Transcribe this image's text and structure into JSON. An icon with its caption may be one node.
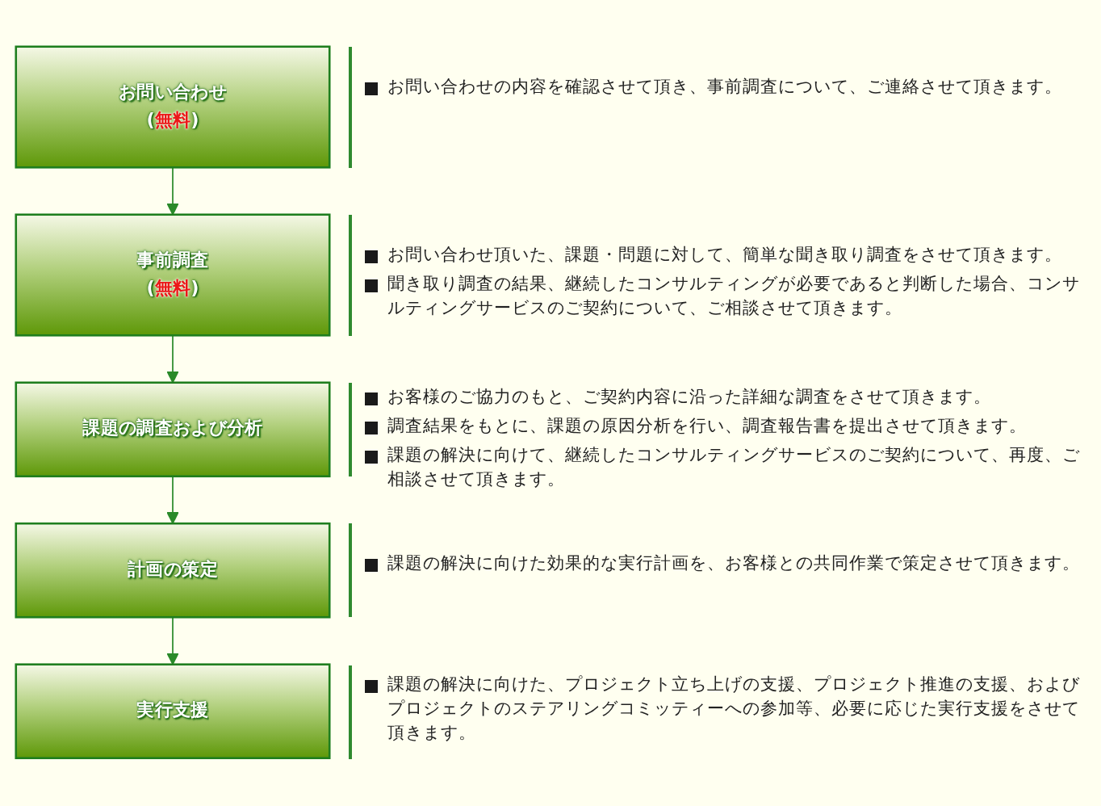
{
  "diagram": {
    "nodes": [
      {
        "text": [
          "お問い合わせ",
          "(無料)"
        ],
        "beside": [
          "お問い合わせの内容を確認させて頂き、事前調査について、ご連絡させて頂きます。"
        ]
      },
      {
        "text": [
          "事前調査",
          "(無料)"
        ],
        "beside": [
          "お問い合わせ頂いた、課題・問題に対して、簡単な聞き取り調査をさせて頂きます。",
          "聞き取り調査の結果、継続したコンサルティングが必要であると判断した場合、コンサルティングサービスのご契約について、ご相談させて頂きます。"
        ]
      },
      {
        "text": [
          "課題の調査および分析"
        ],
        "beside": [
          "お客様のご協力のもと、ご契約内容に沿った詳細な調査をさせて頂きます。",
          "調査結果をもとに、課題の原因分析を行い、調査報告書を提出させて頂きます。",
          "課題の解決に向けて、継続したコンサルティングサービスのご契約について、再度、ご相談させて頂きます。"
        ]
      },
      {
        "text": [
          "計画の策定"
        ],
        "beside": [
          "課題の解決に向けた効果的な実行計画を、お客様との共同作業で策定させて頂きます。"
        ]
      },
      {
        "text": [
          "実行支援"
        ],
        "beside": [
          "課題の解決に向けた、プロジェクト立ち上げの支援、プロジェクト推進の支援、およびプロジェクトのステアリングコミッティーへの参加等、必要に応じた実行支援をさせて頂きます。"
        ]
      }
    ],
    "edges": [
      {
        "from": 0,
        "to": 1,
        "arrow": "to"
      },
      {
        "from": 1,
        "to": 2,
        "arrow": "to"
      },
      {
        "from": 2,
        "to": 3,
        "arrow": "to"
      },
      {
        "from": 3,
        "to": 4,
        "arrow": "to"
      }
    ]
  }
}
